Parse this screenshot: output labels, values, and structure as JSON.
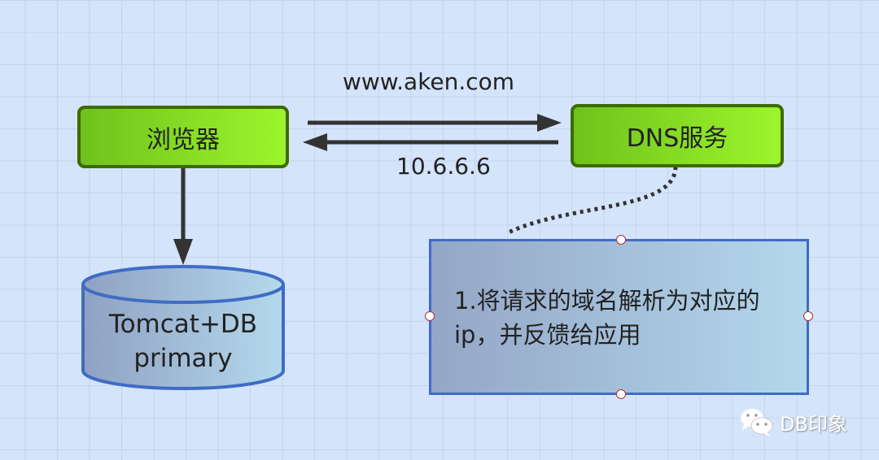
{
  "nodes": {
    "browser": "浏览器",
    "dns": "DNS服务"
  },
  "edges": {
    "request_label": "www.aken.com",
    "response_label": "10.6.6.6"
  },
  "database": {
    "line1": "Tomcat+DB",
    "line2": "primary"
  },
  "note": {
    "text": "1.将请求的域名解析为对应的ip，并反馈给应用"
  },
  "watermark": {
    "text": "DB印象",
    "icon": "wechat-icon"
  }
}
